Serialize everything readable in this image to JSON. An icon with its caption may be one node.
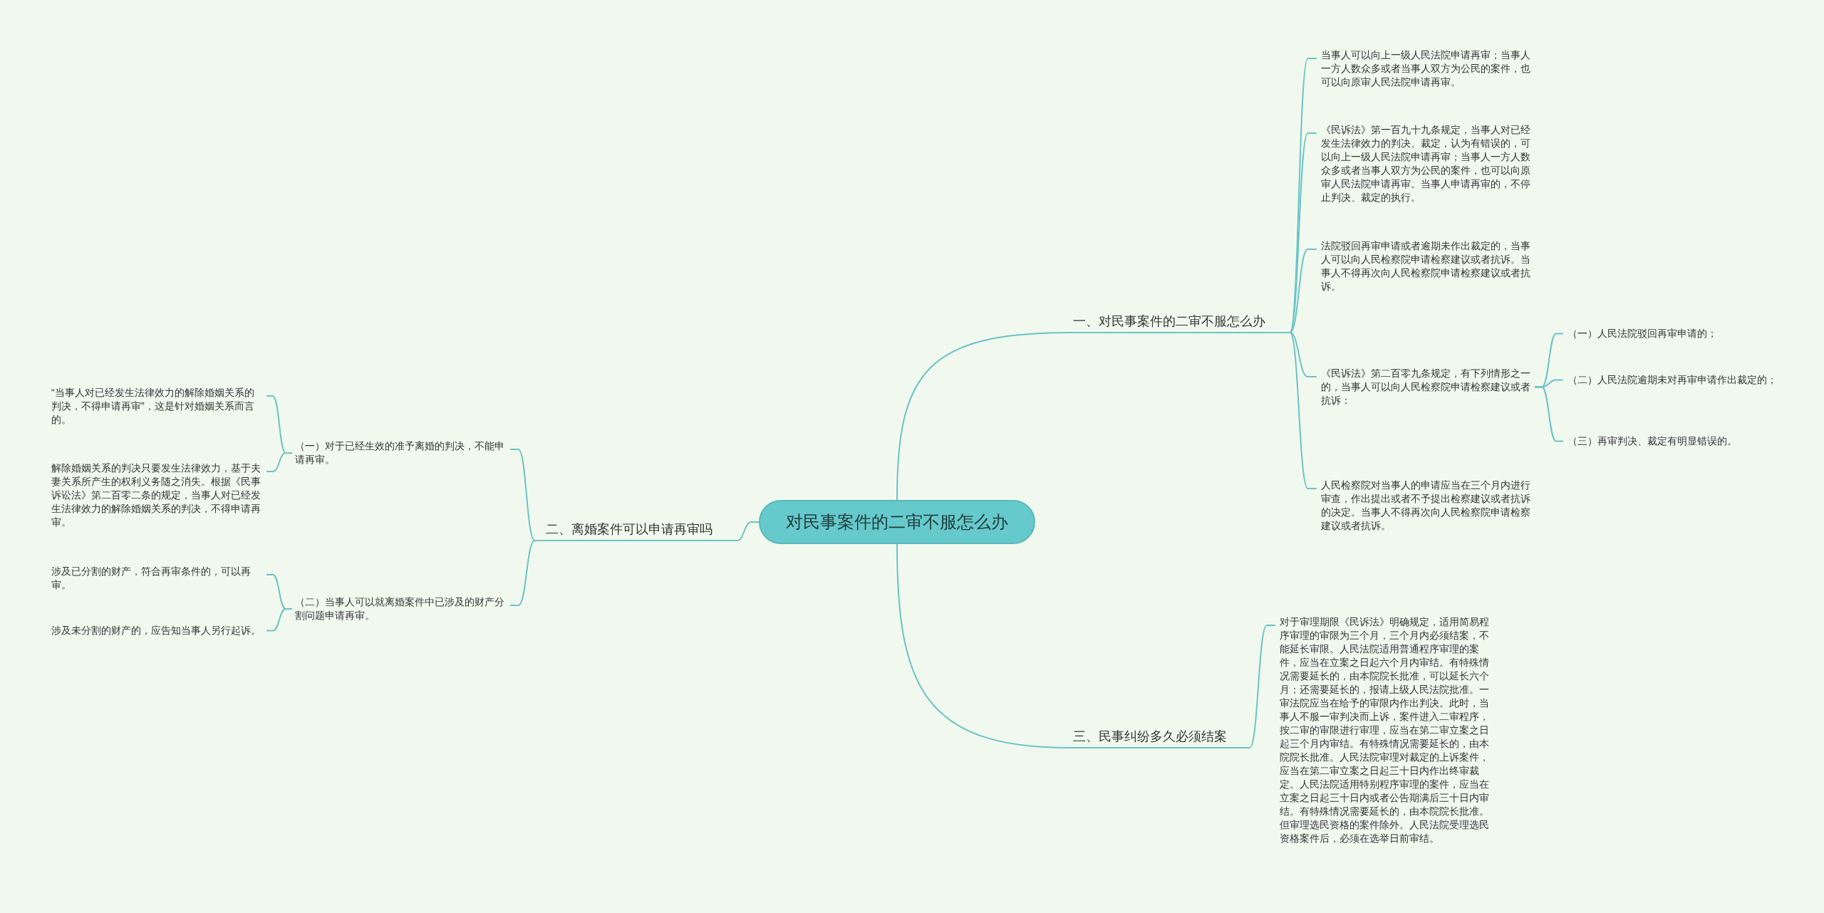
{
  "diagram": {
    "nodes": [
      {
        "text": [
          "对民事案件的二审不服怎么办"
        ]
      },
      {
        "text": [
          "一、对民事案件的二审不服怎么办"
        ]
      },
      {
        "text": [
          "三、民事纠纷多久必须结案"
        ]
      },
      {
        "text": [
          "二、离婚案件可以申请再审吗"
        ]
      },
      {
        "text": [
          "当事人可以向上一级人民法院申请再审；当事人一方人数众多或者当事人双方为公民的案件，也可以向原审人民法院申请再审。"
        ]
      },
      {
        "text": [
          "《民诉法》第一百九十九条规定，当事人对已经发生法律效力的判决、裁定，认为有错误的，可以向上一级人民法院申请再审；当事人一方人数众多或者当事人双方为公民的案件，也可以向原审人民法院申请再审。当事人申请再审的，不停止判决、裁定的执行。"
        ]
      },
      {
        "text": [
          "法院驳回再审申请或者逾期未作出裁定的，当事人可以向人民检察院申请检察建议或者抗诉。当事人不得再次向人民检察院申请检察建议或者抗诉。"
        ]
      },
      {
        "text": [
          "《民诉法》第二百零九条规定，有下列情形之一的，当事人可以向人民检察院申请检察建议或者抗诉："
        ]
      },
      {
        "text": [
          "人民检察院对当事人的申请应当在三个月内进行审查，作出提出或者不予提出检察建议或者抗诉的决定。当事人不得再次向人民检察院申请检察建议或者抗诉。"
        ]
      },
      {
        "text": [
          "（一）人民法院驳回再审申请的；"
        ]
      },
      {
        "text": [
          "（二）人民法院逾期未对再审申请作出裁定的；"
        ]
      },
      {
        "text": [
          "（三）再审判决、裁定有明显错误的。"
        ]
      },
      {
        "text": [
          "对于审理期限《民诉法》明确规定，适用简易程序审理的审限为三个月，三个月内必须结案，不能延长审限。人民法院适用普通程序审理的案件，应当在立案之日起六个月内审结。有特殊情况需要延长的，由本院院长批准，可以延长六个月；还需要延长的，报请上级人民法院批准。一审法院应当在给予的审限内作出判决。此时，当事人不服一审判决而上诉，案件进入二审程序，按二审的审限进行审理，应当在第二审立案之日起三个月内审结。有特殊情况需要延长的，由本院院长批准。人民法院审理对裁定的上诉案件，应当在第二审立案之日起三十日内作出终审裁定。人民法院适用特别程序审理的案件，应当在立案之日起三十日内或者公告期满后三十日内审结。有特殊情况需要延长的，由本院院长批准。但审理选民资格的案件除外。人民法院受理选民资格案件后，必须在选举日前审结。"
        ]
      },
      {
        "text": [
          "（一）对于已经生效的准予离婚的判决，不能申请再审。"
        ]
      },
      {
        "text": [
          "（二）当事人可以就离婚案件中已涉及的财产分割问题申请再审。"
        ]
      },
      {
        "text": [
          "“当事人对已经发生法律效力的解除婚姻关系的判决，不得申请再审”，这是针对婚姻关系而言的。"
        ]
      },
      {
        "text": [
          "解除婚姻关系的判决只要发生法律效力，基于夫妻关系所产生的权利义务随之消失。根据《民事诉讼法》第二百零二条的规定，当事人对已经发生法律效力的解除婚姻关系的判决，不得申请再审。"
        ]
      },
      {
        "text": [
          "涉及已分割的财产，符合再审条件的，可以再审。"
        ]
      },
      {
        "text": [
          "涉及未分割的财产的，应告知当事人另行起诉。"
        ]
      }
    ],
    "edges": [
      {
        "from": 0,
        "to": 1,
        "arrow": "none"
      },
      {
        "from": 0,
        "to": 2,
        "arrow": "none"
      },
      {
        "from": 0,
        "to": 3,
        "arrow": "none"
      },
      {
        "from": 1,
        "to": 4,
        "arrow": "none"
      },
      {
        "from": 1,
        "to": 5,
        "arrow": "none"
      },
      {
        "from": 1,
        "to": 6,
        "arrow": "none"
      },
      {
        "from": 1,
        "to": 7,
        "arrow": "none"
      },
      {
        "from": 1,
        "to": 8,
        "arrow": "none"
      },
      {
        "from": 7,
        "to": 9,
        "arrow": "none"
      },
      {
        "from": 7,
        "to": 10,
        "arrow": "none"
      },
      {
        "from": 7,
        "to": 11,
        "arrow": "none"
      },
      {
        "from": 2,
        "to": 12,
        "arrow": "none"
      },
      {
        "from": 3,
        "to": 13,
        "arrow": "none"
      },
      {
        "from": 3,
        "to": 14,
        "arrow": "none"
      },
      {
        "from": 13,
        "to": 15,
        "arrow": "none"
      },
      {
        "from": 13,
        "to": 16,
        "arrow": "none"
      },
      {
        "from": 14,
        "to": 17,
        "arrow": "none"
      },
      {
        "from": 14,
        "to": 18,
        "arrow": "none"
      }
    ]
  }
}
